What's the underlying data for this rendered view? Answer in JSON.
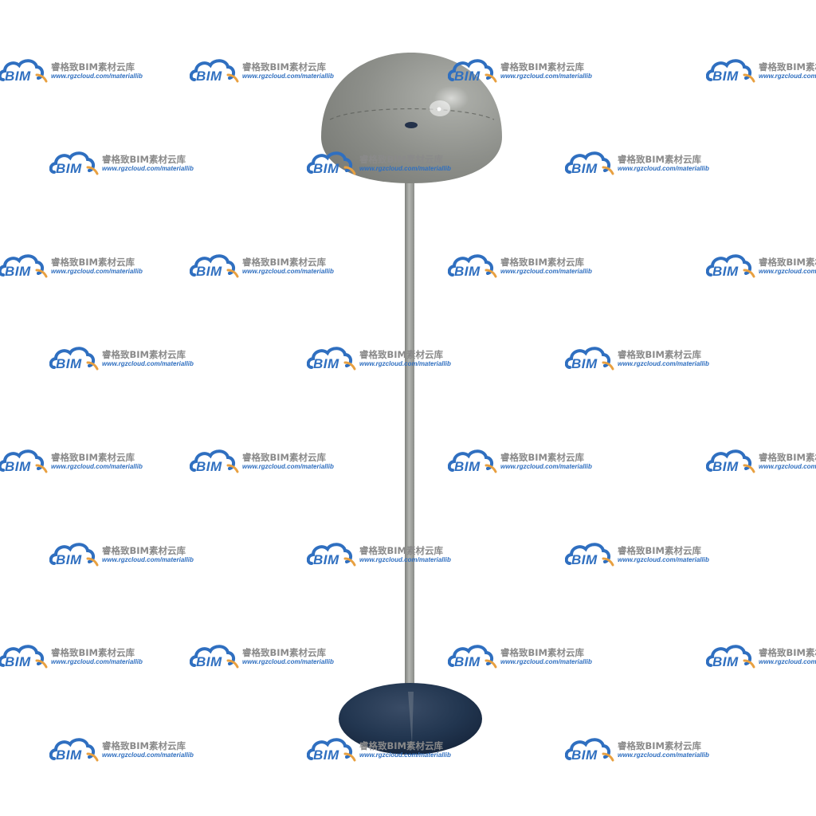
{
  "watermark": {
    "logo_text": "BIM",
    "brand": "睿格致BIM素材云库",
    "url": "www.rgzcloud.com/materiallib"
  },
  "colors": {
    "background": "#ffffff",
    "shade": "#8d8f8a",
    "pole": "#9a9c98",
    "base": "#1f3048",
    "watermark_blue": "#2f6fc0",
    "watermark_orange": "#e8a040",
    "watermark_gray": "#8a8a8a"
  },
  "subject": "floor-lamp"
}
